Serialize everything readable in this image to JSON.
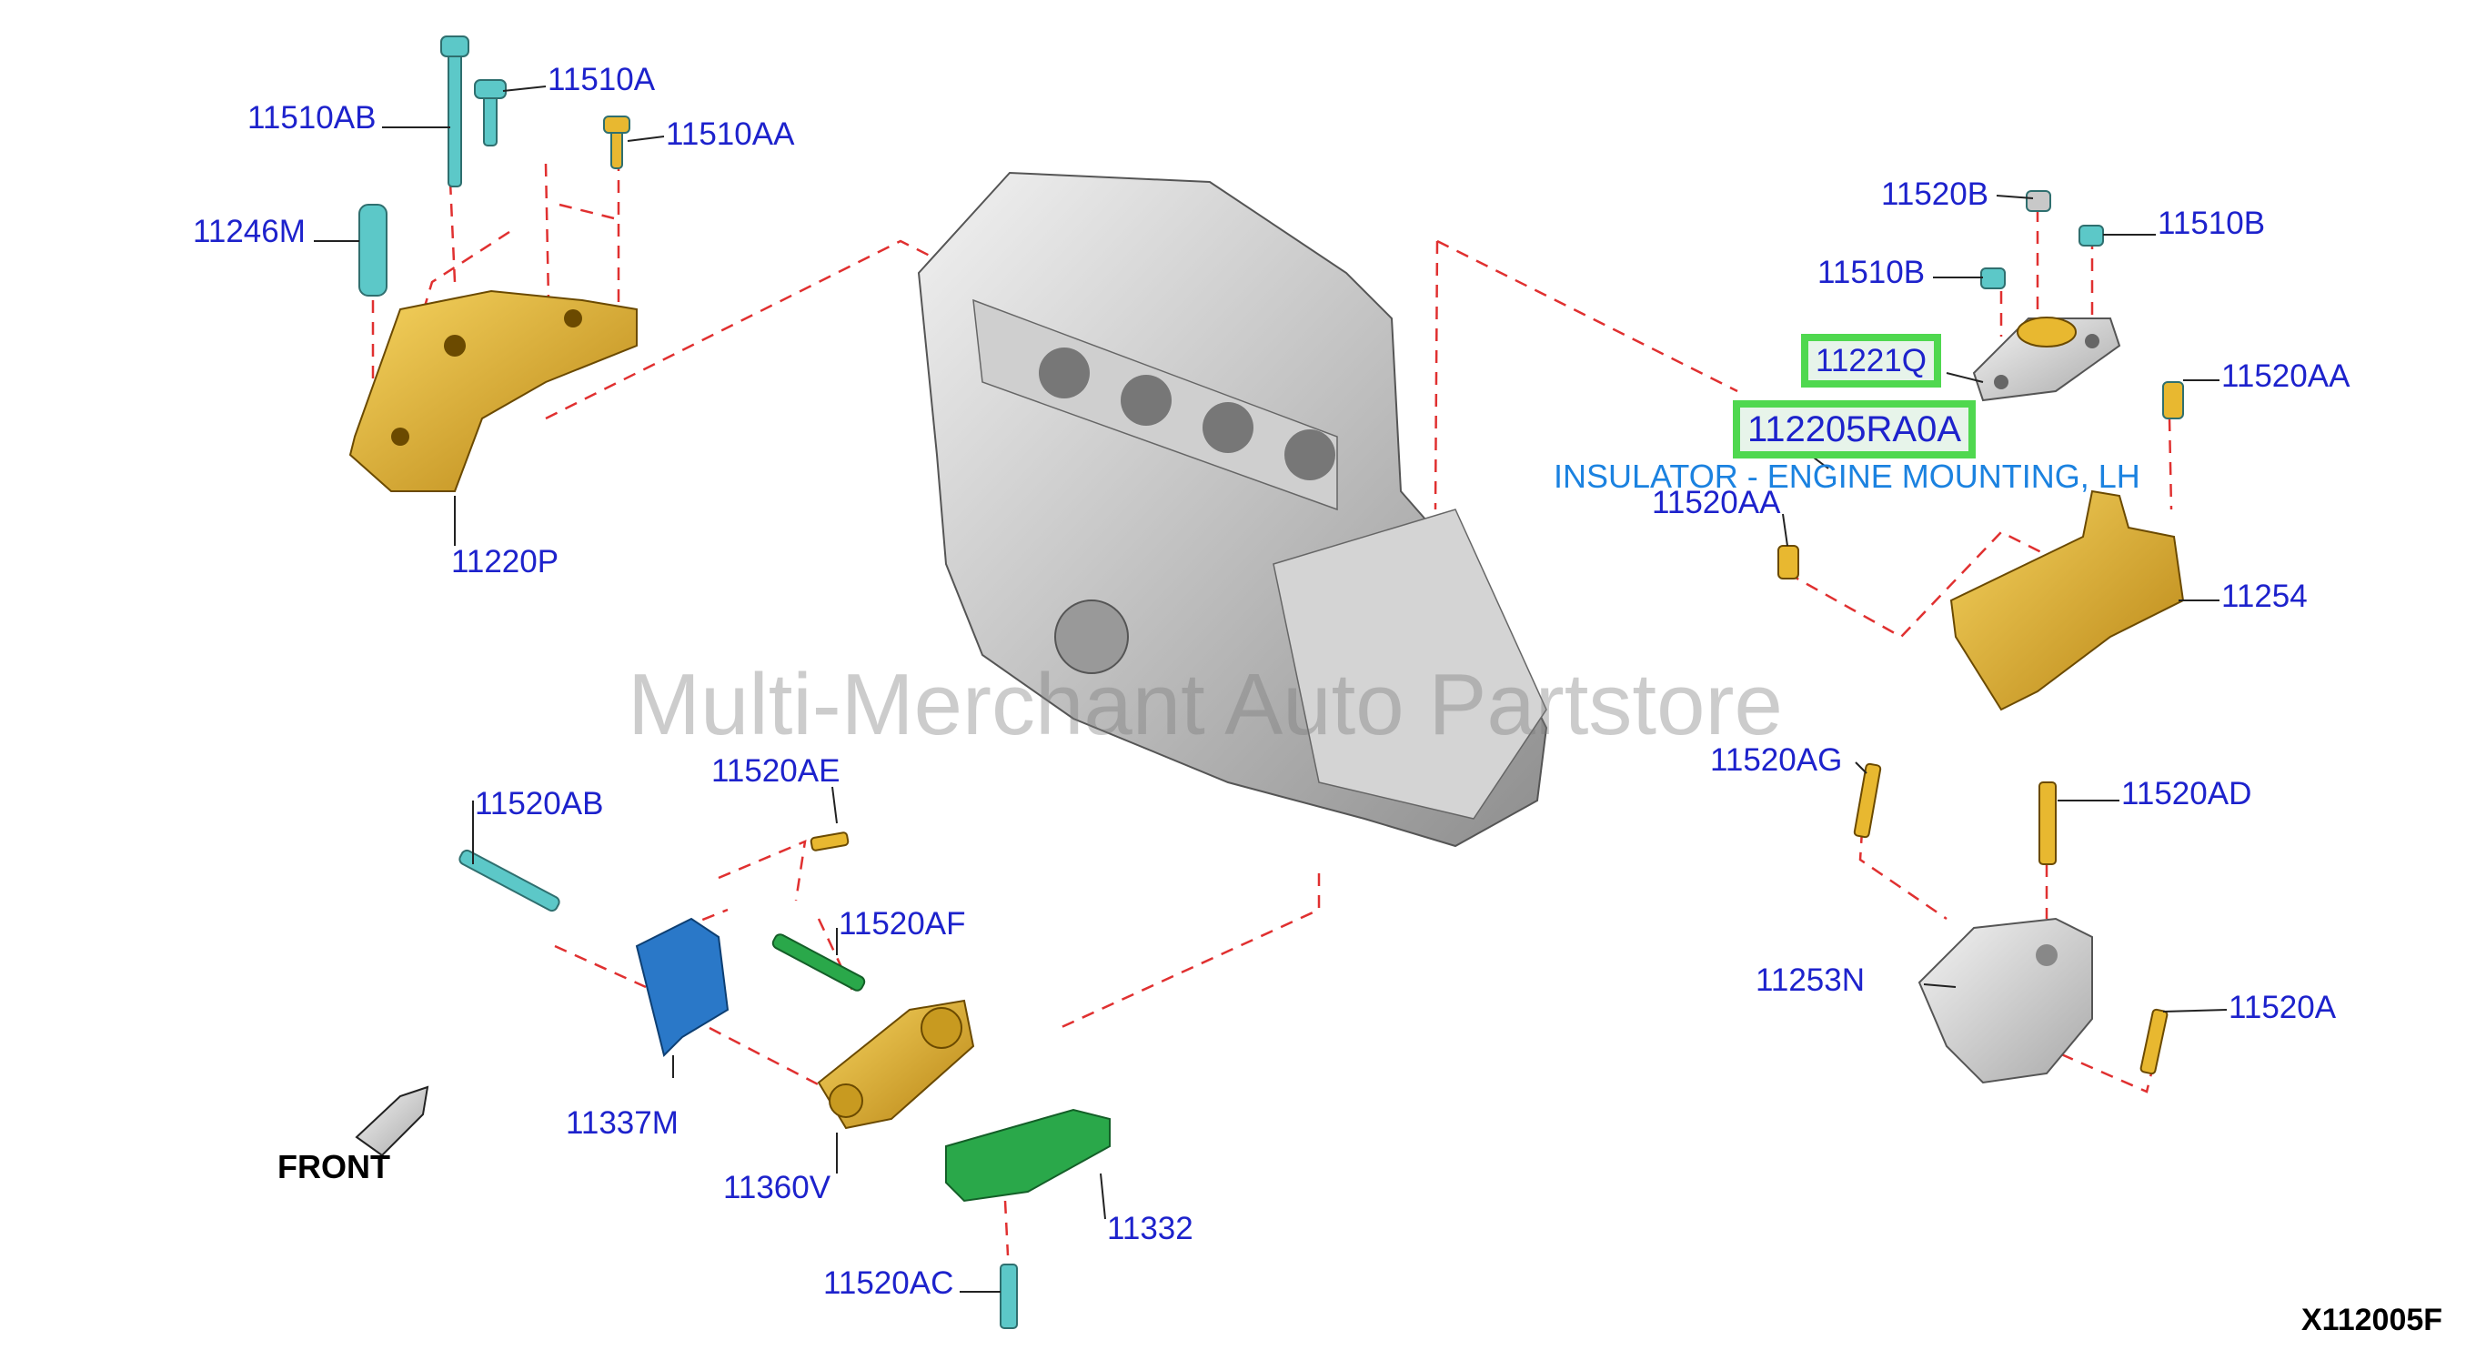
{
  "diagram": {
    "watermark": "Multi-Merchant Auto Partstore",
    "figure_code": "X112005F",
    "front_label": "FRONT",
    "highlight_description": "INSULATOR - ENGINE MOUNTING, LH",
    "parts": [
      {
        "id": "p_11510AB",
        "label": "11510AB"
      },
      {
        "id": "p_11510A_top",
        "label": "11510A"
      },
      {
        "id": "p_11510AA",
        "label": "11510AA"
      },
      {
        "id": "p_11246M",
        "label": "11246M"
      },
      {
        "id": "p_11220P",
        "label": "11220P"
      },
      {
        "id": "p_11520B",
        "label": "11520B"
      },
      {
        "id": "p_11510B_r",
        "label": "11510B"
      },
      {
        "id": "p_11510B_l",
        "label": "11510B"
      },
      {
        "id": "p_11221Q",
        "label": "11221Q"
      },
      {
        "id": "p_112205RA0A",
        "label": "112205RA0A"
      },
      {
        "id": "p_11520AA_r",
        "label": "11520AA"
      },
      {
        "id": "p_11520AA_l",
        "label": "11520AA"
      },
      {
        "id": "p_11254",
        "label": "11254"
      },
      {
        "id": "p_11520AG",
        "label": "11520AG"
      },
      {
        "id": "p_11520AD",
        "label": "11520AD"
      },
      {
        "id": "p_11253N",
        "label": "11253N"
      },
      {
        "id": "p_11520A",
        "label": "11520A"
      },
      {
        "id": "p_11520AB",
        "label": "11520AB"
      },
      {
        "id": "p_11520AE",
        "label": "11520AE"
      },
      {
        "id": "p_11520AF",
        "label": "11520AF"
      },
      {
        "id": "p_11337M",
        "label": "11337M"
      },
      {
        "id": "p_11360V",
        "label": "11360V"
      },
      {
        "id": "p_11332",
        "label": "11332"
      },
      {
        "id": "p_11520AC",
        "label": "11520AC"
      }
    ]
  },
  "colors": {
    "label_text": "#1d22cc",
    "highlight_border": "#4fd84f",
    "description_text": "#1b82e0",
    "dash_line": "#e03030",
    "mount_gold": "#e8b830",
    "bracket_blue": "#2a78c8",
    "bracket_green": "#2aa84a",
    "bolt_cyan": "#5cc8c8",
    "engine_gray": "#b8b8b8"
  }
}
